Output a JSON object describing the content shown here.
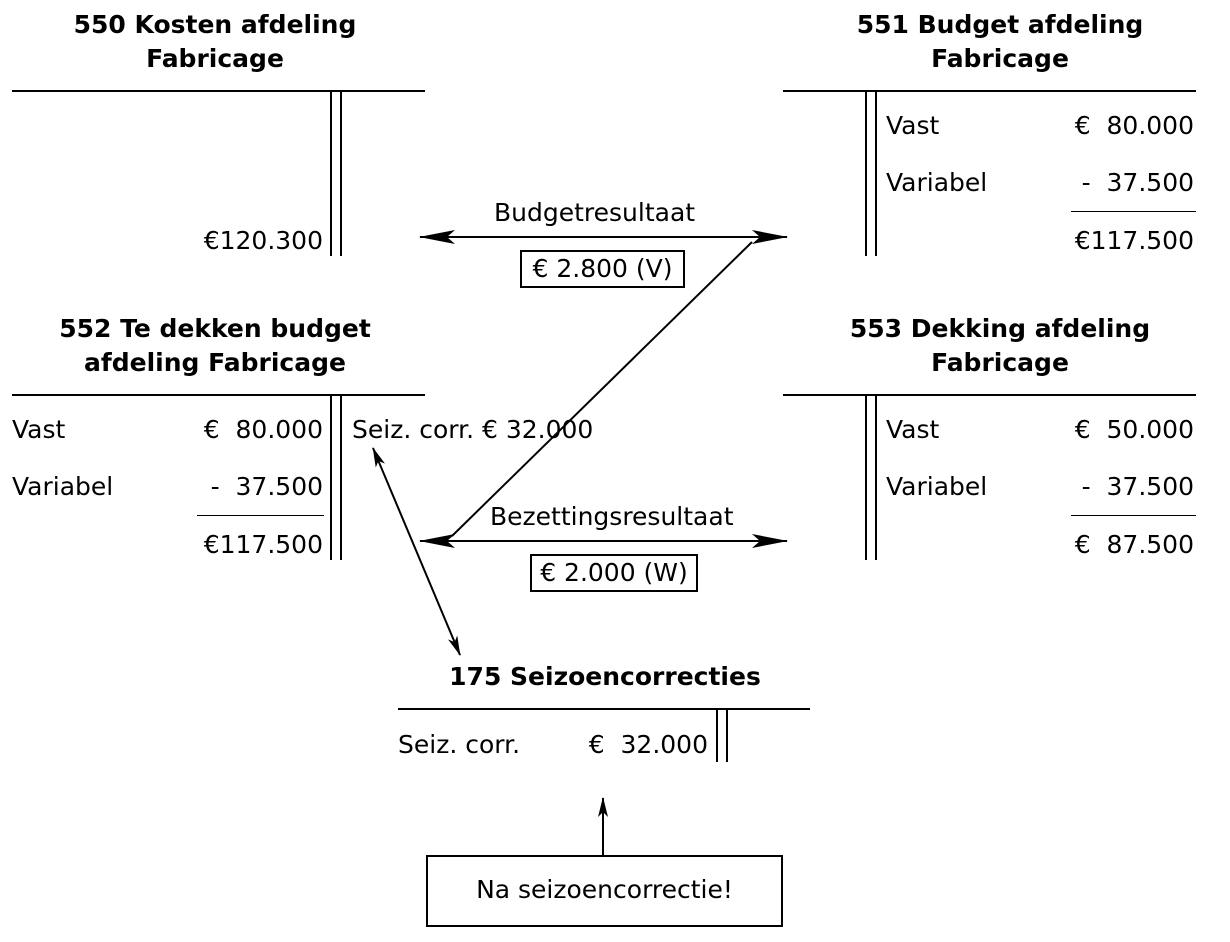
{
  "accounts": {
    "a550": {
      "title_line1": "550 Kosten afdeling",
      "title_line2": "Fabricage",
      "credit_amount": "€120.300"
    },
    "a551": {
      "title_line1": "551 Budget afdeling",
      "title_line2": "Fabricage",
      "rows": [
        {
          "label": "Vast",
          "amount": "€  80.000"
        },
        {
          "label": "Variabel",
          "amount": "-  37.500"
        }
      ],
      "total": "€117.500"
    },
    "a552": {
      "title_line1": "552 Te dekken budget",
      "title_line2": "afdeling Fabricage",
      "rows": [
        {
          "label": "Vast",
          "amount": "€  80.000"
        },
        {
          "label": "Variabel",
          "amount": "-  37.500"
        }
      ],
      "total": "€117.500",
      "right_entry": "Seiz. corr. € 32.000"
    },
    "a553": {
      "title_line1": "553 Dekking afdeling",
      "title_line2": "Fabricage",
      "rows": [
        {
          "label": "Vast",
          "amount": "€  50.000"
        },
        {
          "label": "Variabel",
          "amount": "-  37.500"
        }
      ],
      "total": "€  87.500"
    },
    "a175": {
      "title": "175 Seizoencorrecties",
      "label": "Seiz. corr.",
      "amount": "€  32.000"
    }
  },
  "results": {
    "budget": {
      "label": "Budgetresultaat",
      "value": "€ 2.800 (V)"
    },
    "bezetting": {
      "label": "Bezettingsresultaat",
      "value": "€ 2.000 (W)"
    }
  },
  "note": "Na seizoencorrectie!"
}
